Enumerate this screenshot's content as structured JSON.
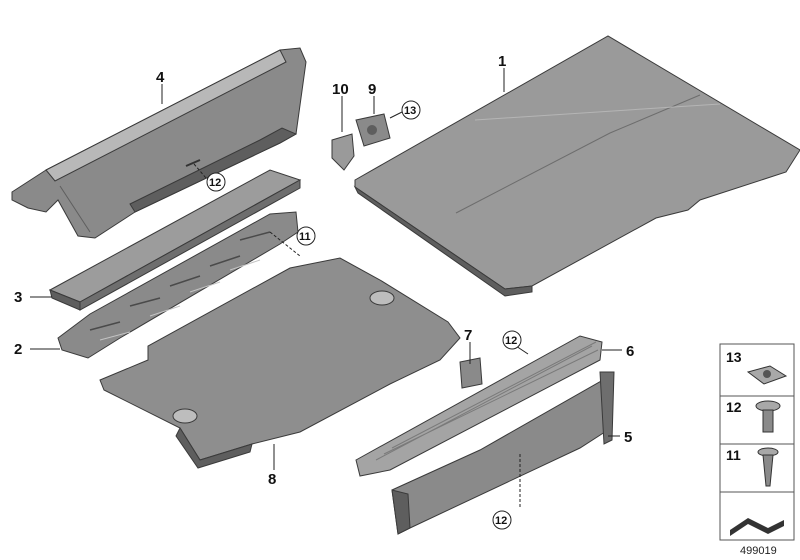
{
  "callouts": {
    "p1": "1",
    "p2": "2",
    "p3": "3",
    "p4": "4",
    "p5": "5",
    "p6": "6",
    "p7": "7",
    "p8": "8",
    "p9": "9",
    "p10": "10",
    "c11": "11",
    "c12a": "12",
    "c12b": "12",
    "c12c": "12",
    "c13": "13"
  },
  "legend": {
    "item13": "13",
    "item12": "12",
    "item11": "11"
  },
  "diagram_id": "499019",
  "colors": {
    "part_fill": "#8a8a8a",
    "part_light": "#b3b3b3",
    "part_dark": "#5e5e5e",
    "outline": "#3a3a3a"
  }
}
